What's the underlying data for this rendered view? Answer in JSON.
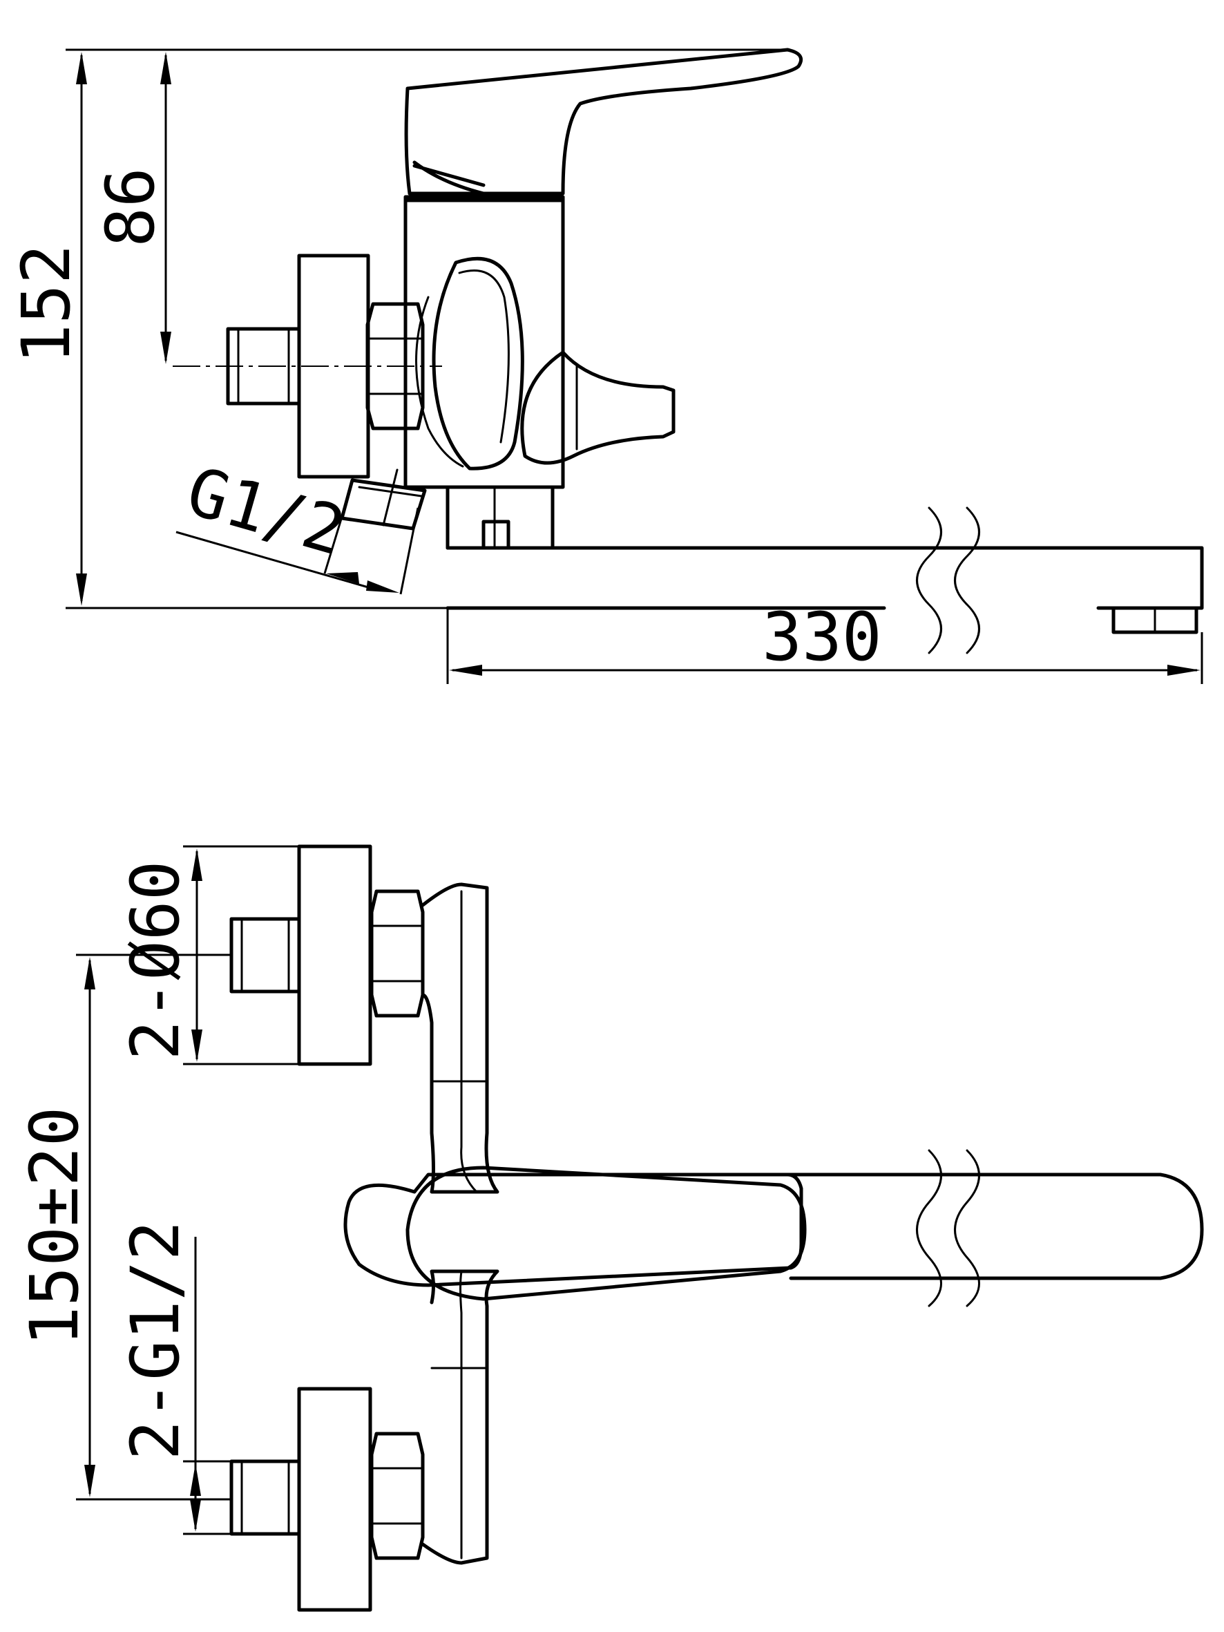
{
  "dimensions": {
    "overall_height": "152",
    "handle_height": "86",
    "outlet_thread": "G1/2",
    "spout_length": "330",
    "inlet_diameter": "2-Ø60",
    "inlet_spacing": "150±20",
    "inlet_thread": "2-G1/2"
  }
}
